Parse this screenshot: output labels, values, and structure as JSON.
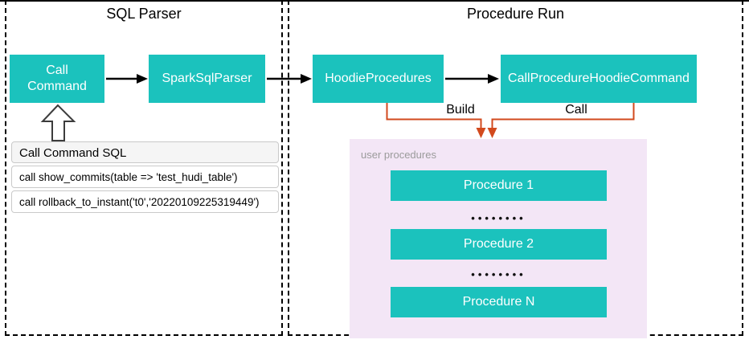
{
  "colors": {
    "teal": "#1bc2bd",
    "orange": "#d24a1e",
    "lavender": "#f3e6f6",
    "muted": "#9b9b9b",
    "header-bg": "#f5f5f5",
    "border-gray": "#c9c9c9",
    "ink": "#000000"
  },
  "sections": {
    "sql_parser": {
      "title": "SQL Parser"
    },
    "procedure_run": {
      "title": "Procedure Run"
    }
  },
  "nodes": {
    "call_command": {
      "label": "Call Command"
    },
    "spark_sql_parser": {
      "label": "SparkSqlParser"
    },
    "hoodie_procedures": {
      "label": "HoodieProcedures"
    },
    "call_procedure_hoodie_command": {
      "label": "CallProcedureHoodieCommand"
    }
  },
  "edges": {
    "build": {
      "label": "Build"
    },
    "call": {
      "label": "Call"
    }
  },
  "sql_box": {
    "title": "Call Command SQL",
    "statements": [
      "call show_commits(table => 'test_hudi_table')",
      "call rollback_to_instant('t0','20220109225319449')"
    ]
  },
  "user_procedures": {
    "label": "user procedures",
    "items": [
      {
        "label": "Procedure 1"
      },
      {
        "label": "Procedure 2"
      },
      {
        "label": "Procedure N"
      }
    ],
    "ellipsis": "••••••••"
  }
}
